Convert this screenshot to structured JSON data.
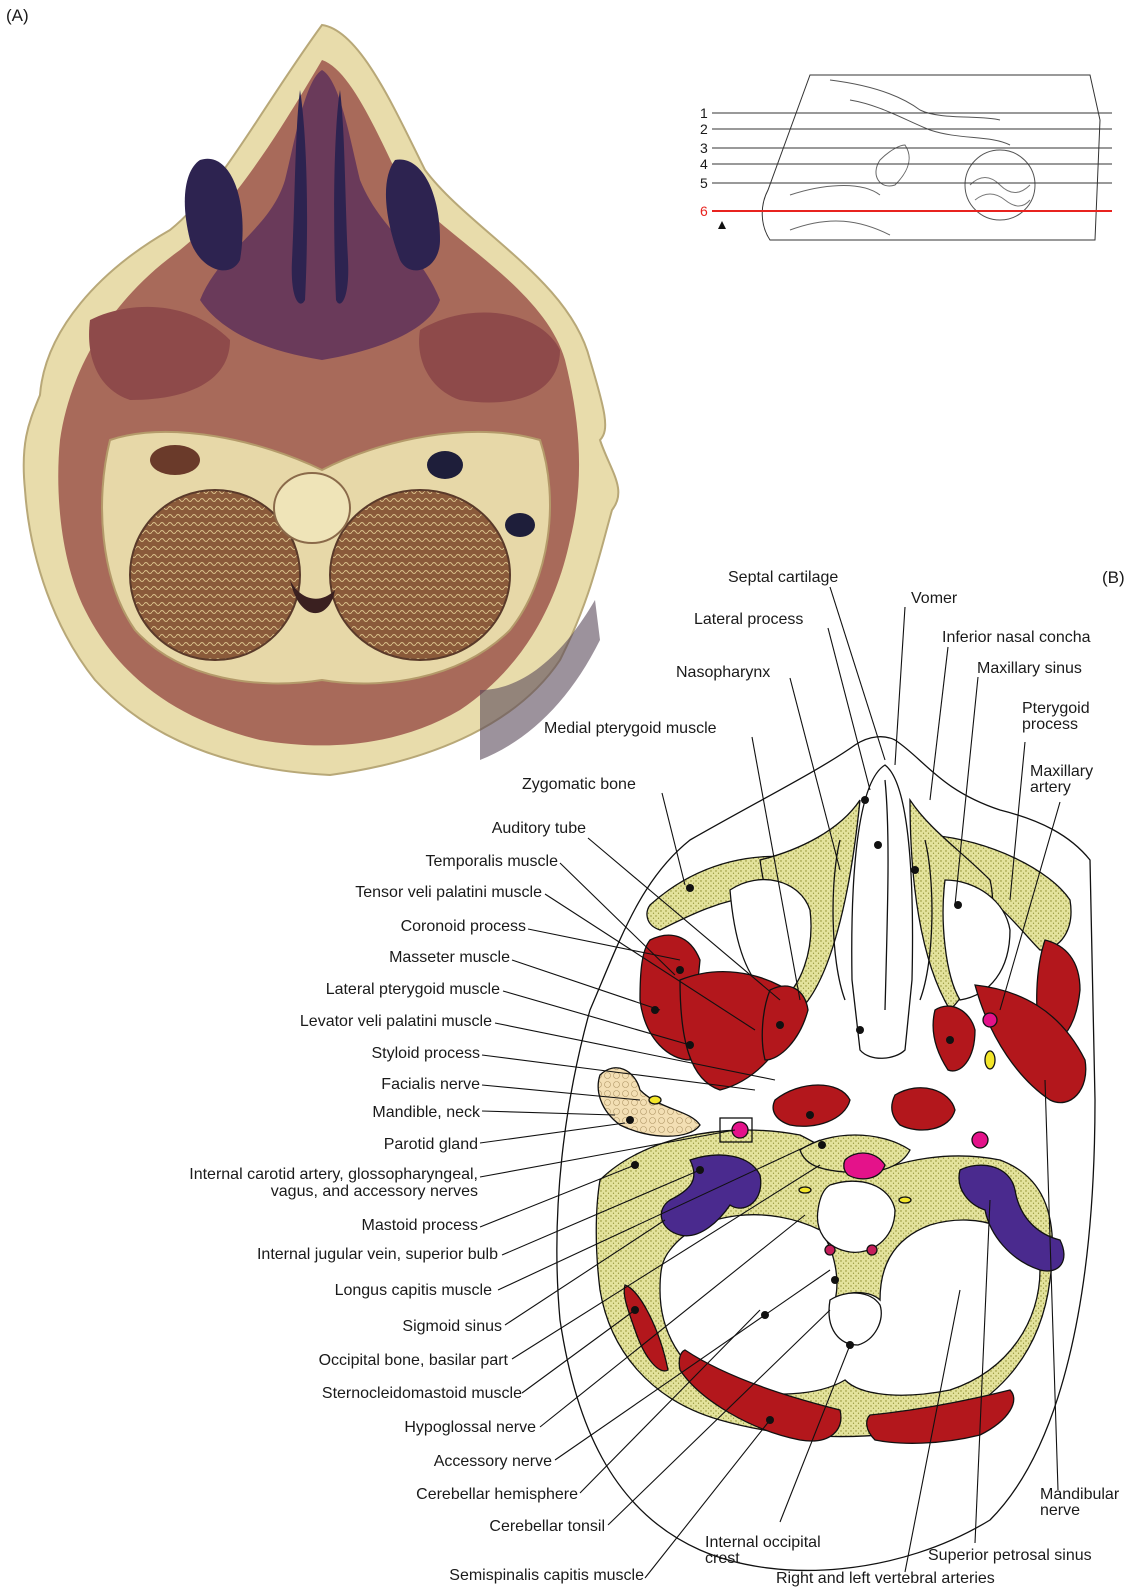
{
  "panel_a_label": "(A)",
  "panel_b_label": "(B)",
  "level_marker": {
    "numbers": [
      "1",
      "2",
      "3",
      "4",
      "5",
      "6"
    ],
    "highlighted": "6",
    "highlight_color": "#e8231f"
  },
  "labels_left": [
    "Auditory tube",
    "Temporalis muscle",
    "Tensor veli palatini muscle",
    "Coronoid process",
    "Masseter muscle",
    "Lateral pterygoid muscle",
    "Levator veli palatini muscle",
    "Styloid process",
    "Facialis nerve",
    "Mandible, neck",
    "Parotid gland",
    "Internal carotid artery, glossopharyngeal,",
    "vagus, and accessory nerves",
    "Mastoid process",
    "Internal jugular vein, superior bulb",
    "Longus capitis muscle",
    "Sigmoid sinus",
    "Occipital bone, basilar part",
    "Sternocleidomastoid muscle",
    "Hypoglossal nerve",
    "Accessory nerve",
    "Cerebellar hemisphere",
    "Cerebellar tonsil",
    "Semispinalis capitis muscle"
  ],
  "labels_top": [
    "Septal cartilage",
    "Vomer",
    "Lateral process",
    "Inferior nasal concha",
    "Nasopharynx",
    "Maxillary sinus",
    "Medial pterygoid muscle",
    "Pterygoid",
    "process",
    "Zygomatic bone",
    "Maxillary",
    "artery"
  ],
  "labels_bottom": [
    "Internal occipital",
    "crest",
    "Right and left vertebral arteries",
    "Superior petrosal sinus",
    "Mandibular",
    "nerve"
  ],
  "colors": {
    "bone": "#e3e29c",
    "bone_stipple": "#8a8a2a",
    "muscle": "#b3171c",
    "vein": "#4a2a8e",
    "artery": "#e4128a",
    "nerve": "#f3e62a",
    "gland": "#f3dfb4",
    "photo_bg": "#5e3550"
  }
}
